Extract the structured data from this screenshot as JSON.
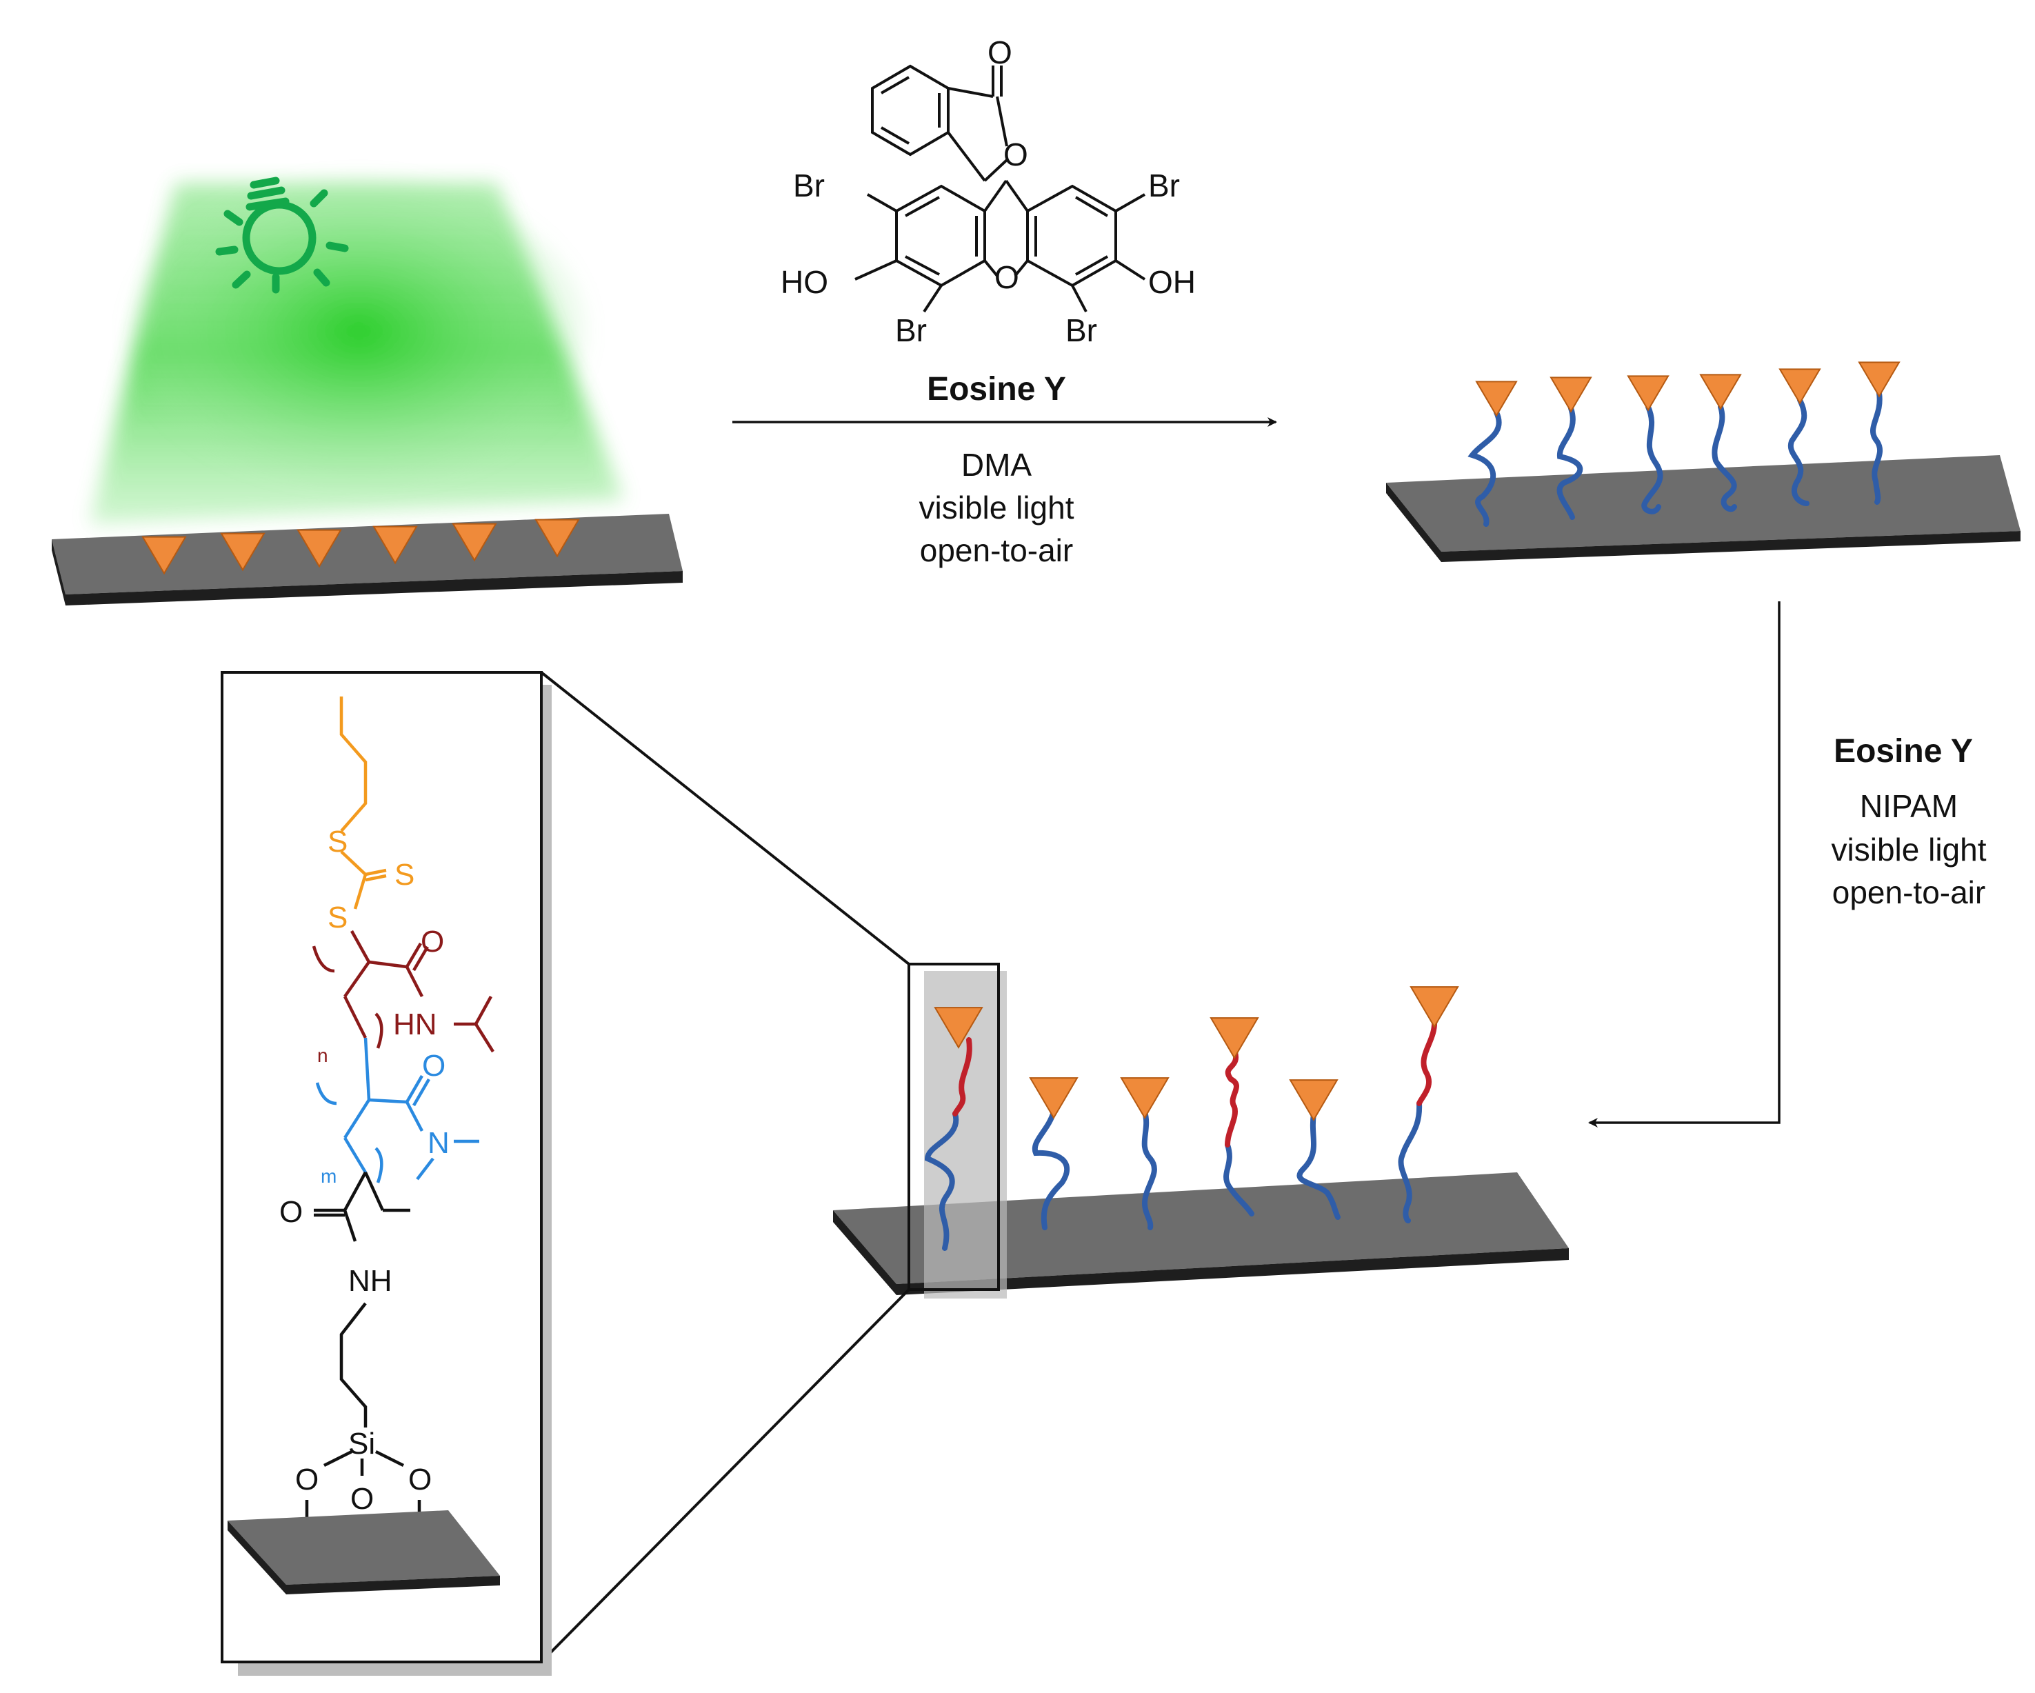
{
  "colors": {
    "plate_top": "#6d6d6d",
    "plate_side": "#1e1e1e",
    "initiator": "#ef8a3a",
    "initiator_edge": "#b55a12",
    "pdma_chain": "#2f5da8",
    "pnipam_chain": "#c0202a",
    "light_green": "#22cc22",
    "bulb_green": "#13a84a",
    "cta_orange": "#f39a1e",
    "pnipam_struct": "#8b1a1a",
    "pdma_struct": "#2a8ae0",
    "black": "#111111"
  },
  "eosin": {
    "name": "Eosine Y",
    "atom_O_carbonyl": "O",
    "atom_O_lactone": "O",
    "atom_O_ring": "O",
    "br_tl": "Br",
    "br_tr": "Br",
    "br_bl": "Br",
    "br_br": "Br",
    "oh_left": "HO",
    "oh_right": "OH"
  },
  "step1": {
    "conditions": [
      "DMA",
      "visible light",
      "open-to-air"
    ]
  },
  "step2": {
    "reagent": "Eosine Y",
    "conditions": [
      "NIPAM",
      "visible light",
      "open-to-air"
    ]
  },
  "structure": {
    "s1": "S",
    "s_thione": "S",
    "s2": "S",
    "o_nipam": "O",
    "hn": "HN",
    "n_sub": "n",
    "o_dma": "O",
    "n_dma": "N",
    "m_sub": "m",
    "o_anchor": "O",
    "nh": "NH",
    "si": "Si",
    "o_left": "O",
    "o_right": "O",
    "o_mid": "O"
  },
  "icons": {
    "light": "lightbulb-icon",
    "initiator": "triangle-initiator-icon"
  }
}
